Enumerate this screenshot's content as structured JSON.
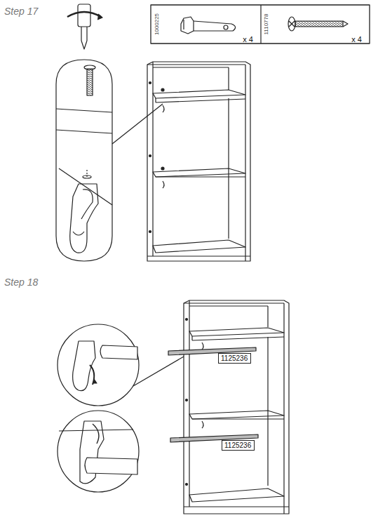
{
  "diagram": {
    "nodes": [
      {
        "text": [
          "1000225",
          "x 4"
        ]
      },
      {
        "text": [
          "1110778",
          "x 4"
        ]
      },
      {
        "text": [
          "1125236"
        ]
      },
      {
        "text": [
          "1125236"
        ]
      }
    ],
    "labels": [
      "Step 17",
      "Step 18"
    ]
  }
}
